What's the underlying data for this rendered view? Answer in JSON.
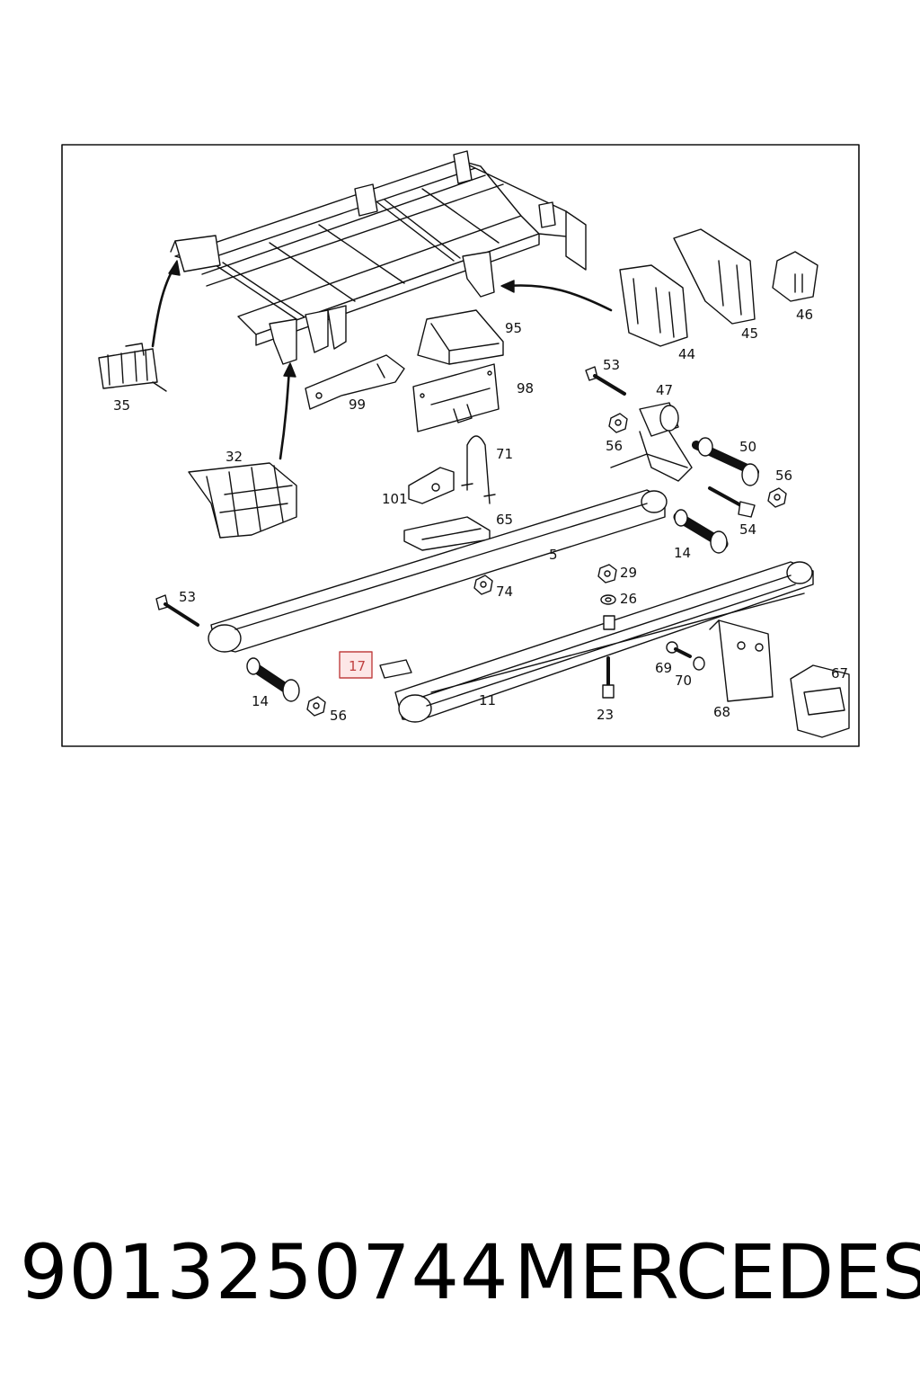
{
  "diagram": {
    "callouts": {
      "c95": "95",
      "c44": "44",
      "c45": "45",
      "c46": "46",
      "c35": "35",
      "c99": "99",
      "c98": "98",
      "c53a": "53",
      "c47": "47",
      "c56a": "56",
      "c50": "50",
      "c32": "32",
      "c71": "71",
      "c56b": "56",
      "c101": "101",
      "c54": "54",
      "c65": "65",
      "c14a": "14",
      "c5": "5",
      "c29": "29",
      "c53b": "53",
      "c74": "74",
      "c26": "26",
      "c17": "17",
      "c69": "69",
      "c70": "70",
      "c67": "67",
      "c14b": "14",
      "c56c": "56",
      "c11": "11",
      "c23": "23",
      "c68": "68"
    },
    "highlight_color": "#c04040"
  },
  "footer": {
    "part_number": "9013250744",
    "brand": "MERCEDES"
  }
}
